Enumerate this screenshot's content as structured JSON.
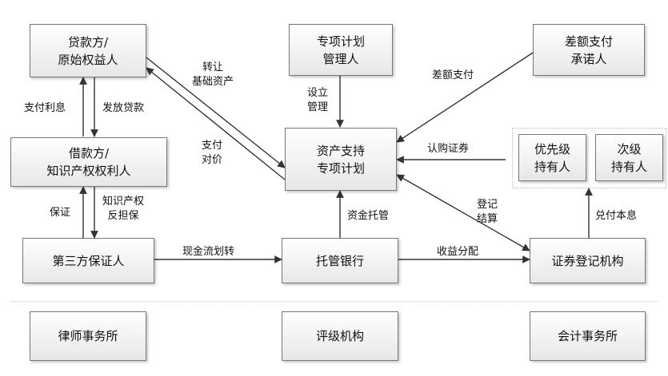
{
  "nodes": {
    "lender": "贷款方/\n原始权益人",
    "borrower": "借款方/\n知识产权权利人",
    "guarantor": "第三方保证人",
    "plan_manager": "专项计划\n管理人",
    "abs_plan": "资产支持\n专项计划",
    "custodian": "托管银行",
    "deficit_promisor": "差额支付\n承诺人",
    "senior_holder": "优先级\n持有人",
    "junior_holder": "次级\n持有人",
    "registrar": "证券登记机构",
    "law_firm": "律师事务所",
    "rating_agency": "评级机构",
    "accounting_firm": "会计事务所"
  },
  "edges": {
    "pay_interest": "支付利息",
    "issue_loan": "发放贷款",
    "guarantee": "保证",
    "ip_counter_guarantee": "知识产权\n反担保",
    "transfer_assets": "转让\n基础资产",
    "pay_consideration": "支付\n对价",
    "establish_manage": "设立\n管理",
    "deficit_payment": "差额支付",
    "subscribe": "认购证券",
    "fund_custody": "资金托管",
    "cash_transfer": "现金流划转",
    "income_distribution": "收益分配",
    "register_settle": "登记\n结算",
    "pay_principal_interest": "兑付本息"
  }
}
